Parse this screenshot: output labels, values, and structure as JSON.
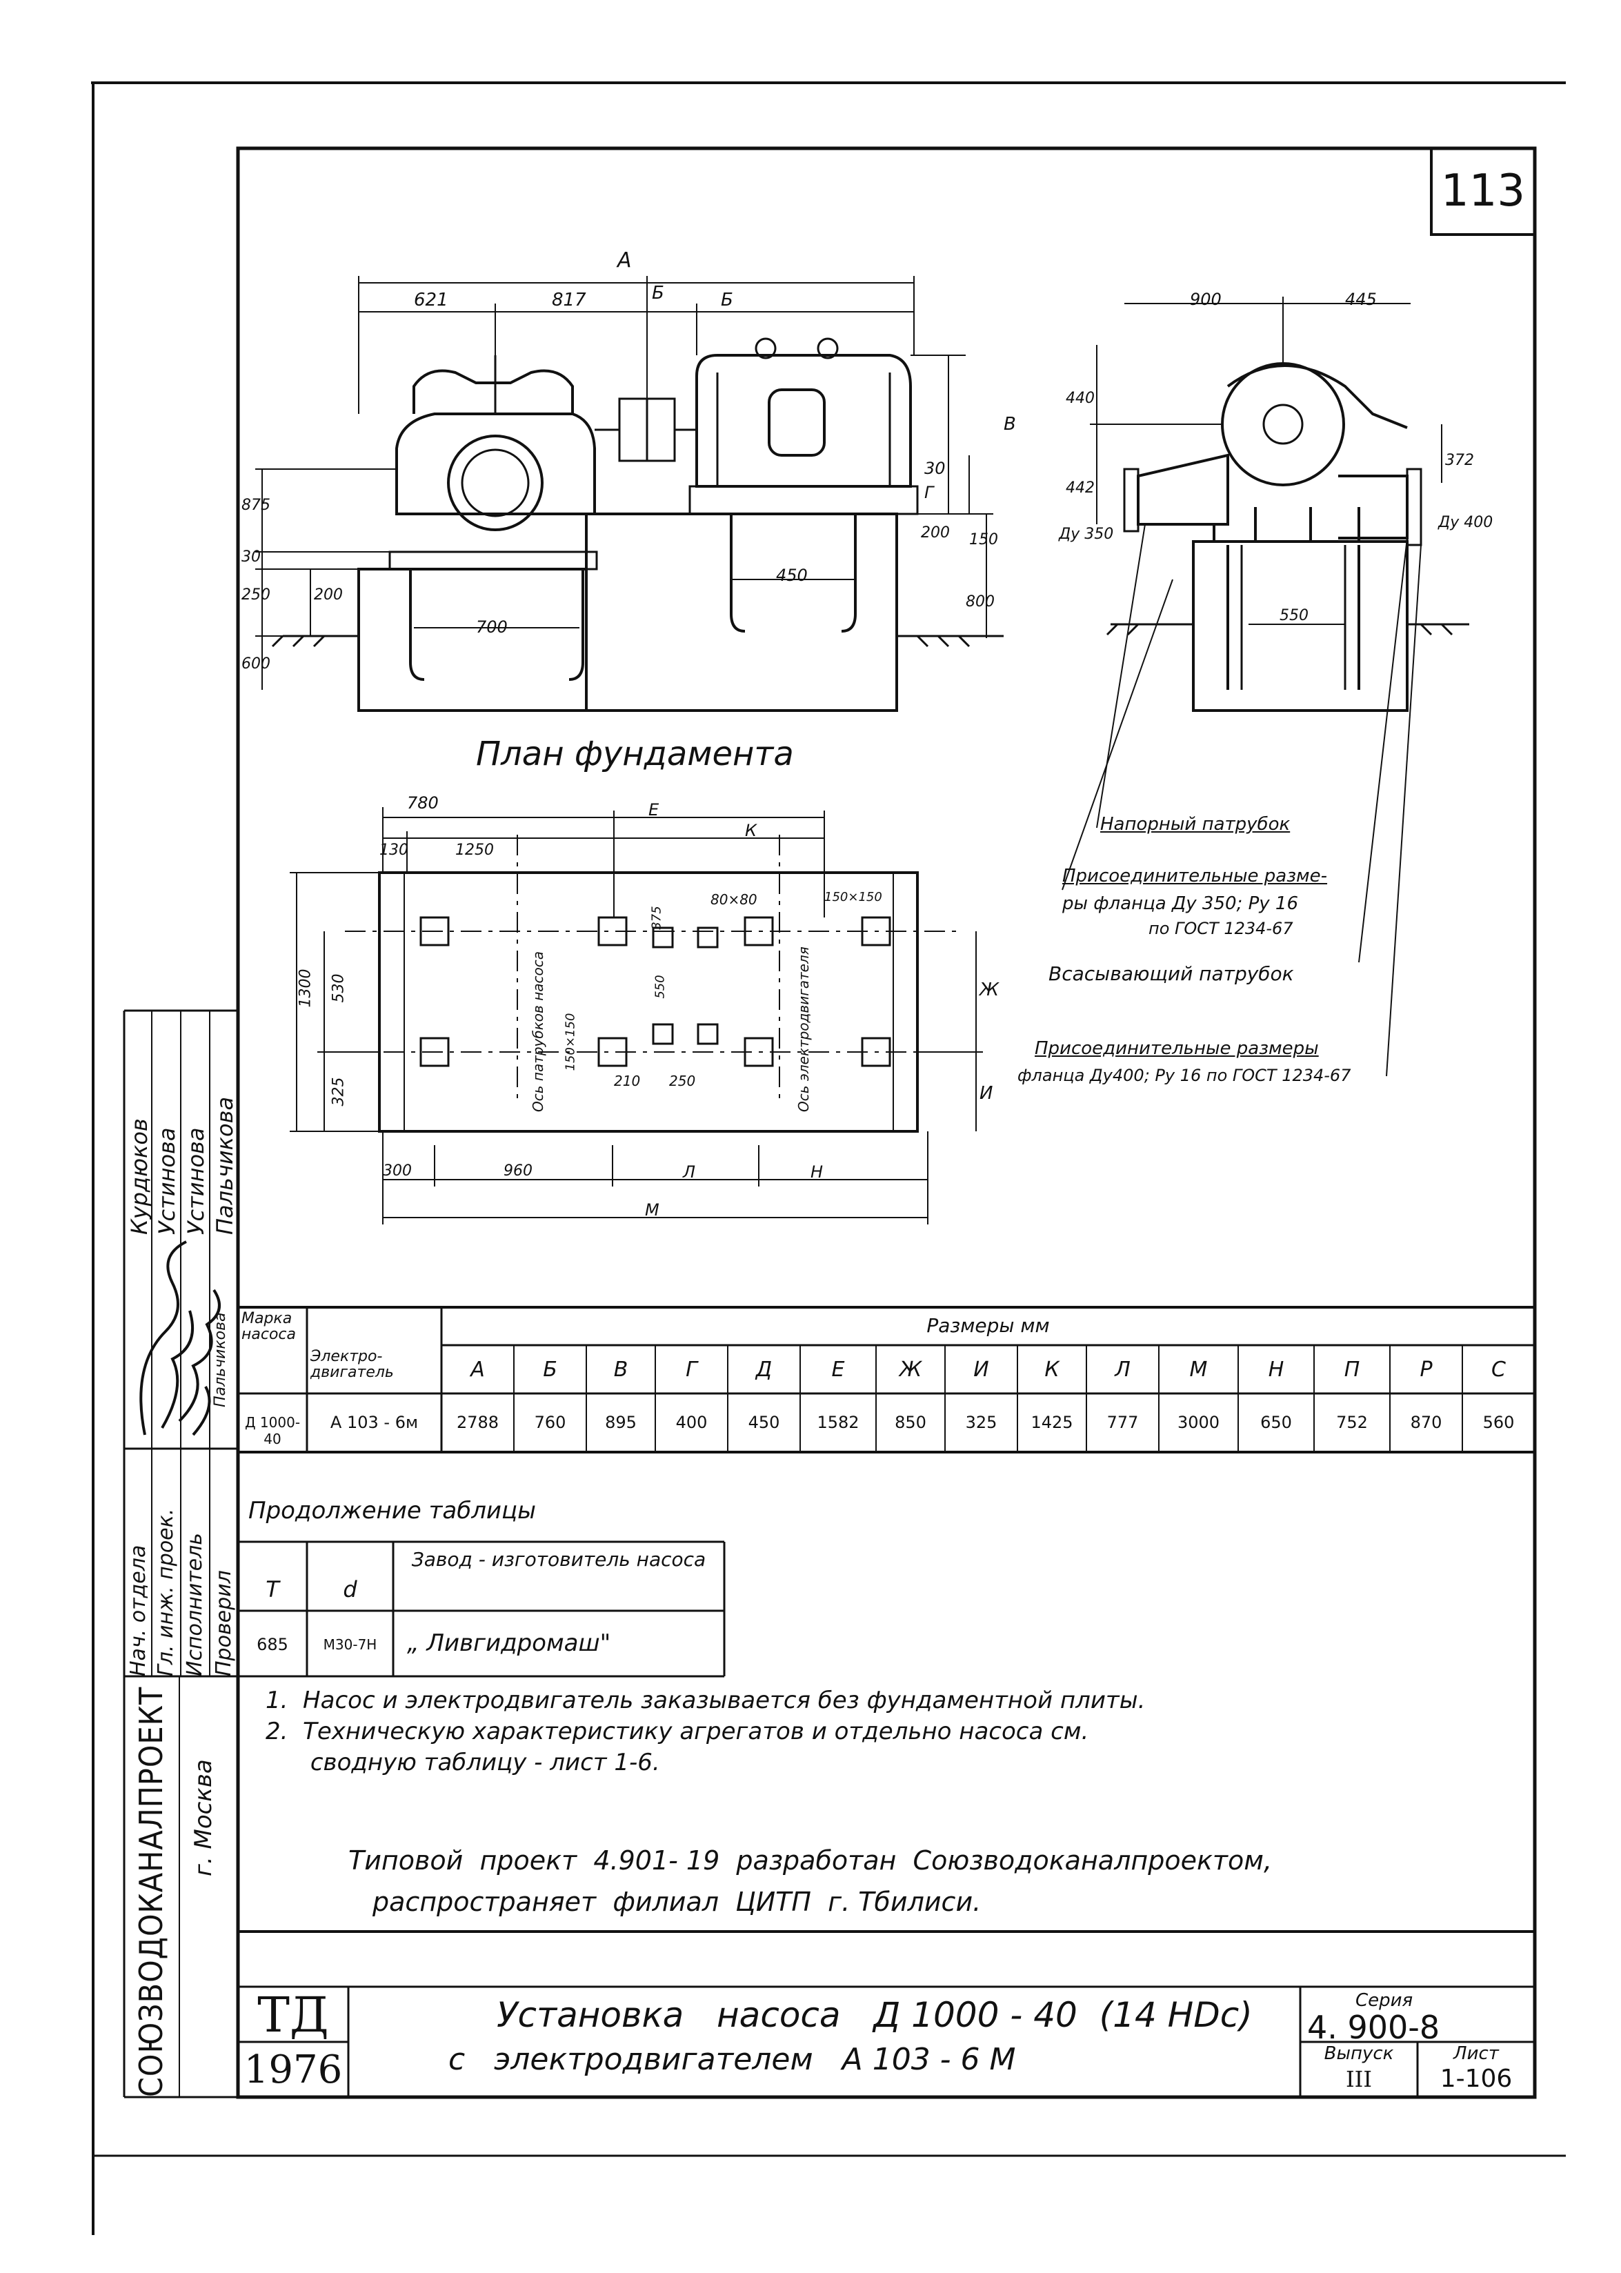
{
  "sheet": {
    "number": "113",
    "plan_title": "План фундамента"
  },
  "side_stamp": {
    "roles": [
      "Нач. отдела",
      "Гл. инж. проек.",
      "Исполнитель",
      "Проверил"
    ],
    "names": [
      "Курдюков",
      "Устинова",
      "Устинова",
      "Пальчикова"
    ],
    "signature_caption": "Пальчикова",
    "organization": "СОЮЗВОДОКАНАЛПРОЕКТ",
    "city": "г. Москва"
  },
  "main_table": {
    "header_pump": "Марка насоса",
    "header_motor": "Электро-двигатель",
    "header_sizes": "Размеры  мм",
    "columns": [
      "А",
      "Б",
      "В",
      "Г",
      "Д",
      "Е",
      "Ж",
      "И",
      "К",
      "Л",
      "М",
      "Н",
      "П",
      "Р",
      "С"
    ],
    "row": {
      "pump": "Д 1000-40",
      "motor": "А 103 - 6м",
      "values": [
        "2788",
        "760",
        "895",
        "400",
        "450",
        "1582",
        "850",
        "325",
        "1425",
        "777",
        "3000",
        "650",
        "752",
        "870",
        "560"
      ]
    }
  },
  "continuation": {
    "title": "Продолжение  таблицы",
    "headers": [
      "Т",
      "d",
      "Завод - изготовитель насоса"
    ],
    "row": [
      "685",
      "М30-7Н",
      "„ Ливгидромаш\""
    ]
  },
  "notes": [
    "1.  Насос и электродвигатель заказывается без фундаментной плиты.",
    "2.  Техническую характеристику агрегатов и отдельно насоса см.",
    "      сводную таблицу - лист 1-6."
  ],
  "distribution": [
    "Типовой  проект  4.901- 19  разработан  Союзводоканалпроектом,",
    "распространяет  филиал  ЦИТП  г. Тбилиси."
  ],
  "title_block": {
    "td_mark": "ТД",
    "year": "1976",
    "title_line1": "Установка   насоса   Д 1000 - 40  (14 HDс)",
    "title_line2": "с   электродвигателем   А 103 - 6 М",
    "series_label": "Серия",
    "series_value": "4. 900-8",
    "issue_label": "Выпуск",
    "issue_value": "III",
    "sheet_label": "Лист",
    "sheet_value": "1-106"
  },
  "callouts": {
    "discharge": "Напорный патрубок",
    "discharge_flange": [
      "Присоединительные разме-",
      "ры фланца  Ду 350; Ру 16",
      "по ГОСТ 1234-67"
    ],
    "suction": "Всасывающий патрубок",
    "suction_flange": [
      "Присоединительные размеры",
      "фланца Ду400; Ру 16 по ГОСТ 1234-67"
    ]
  },
  "dims": {
    "front_top": [
      "А",
      "621",
      "817",
      "Б",
      "Б"
    ],
    "front_right": [
      "В",
      "30",
      "Г",
      "150",
      "200",
      "800"
    ],
    "front_left": [
      "875",
      "30",
      "250",
      "200",
      "600"
    ],
    "front_inner": [
      "700",
      "450"
    ],
    "side_top": [
      "900",
      "445"
    ],
    "side_left": [
      "440",
      "442",
      "Ду 350"
    ],
    "side_right": [
      "372",
      "Ду 400"
    ],
    "side_inner": "550",
    "plan_top": [
      "780",
      "130",
      "1250",
      "Е",
      "К",
      "80×80",
      "150×150"
    ],
    "plan_left": [
      "1300",
      "530",
      "325"
    ],
    "plan_inner": [
      "375",
      "550",
      "150×150",
      "210",
      "250"
    ],
    "plan_right": [
      "Ж",
      "И"
    ],
    "plan_bottom": [
      "300",
      "960",
      "Л",
      "Н",
      "М"
    ],
    "plan_axis_pump": "Ось патрубков насоса",
    "plan_axis_motor": "Ось электродвигателя"
  }
}
